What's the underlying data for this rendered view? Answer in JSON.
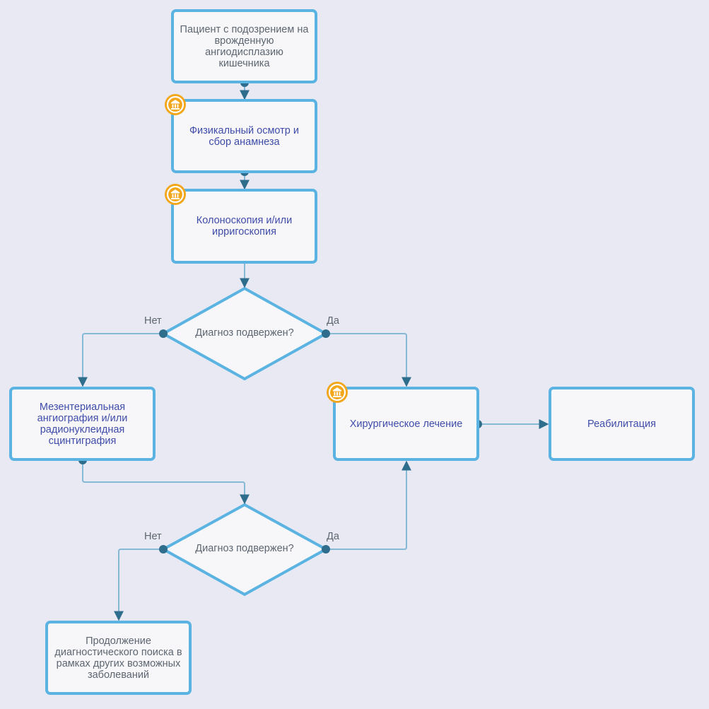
{
  "colors": {
    "background": "#e9e9f4",
    "node_border": "#5bb3e1",
    "node_fill": "#f7f7fa",
    "edge": "#86b9d6",
    "arrow": "#2e6d8c",
    "dot": "#2e6d8c",
    "plain_text": "#5d6670",
    "link_text": "#3f4ca8",
    "badge": "#f2a61a"
  },
  "nodes": {
    "start": "Пациент с подозрением на врожденную ангиодисплазию кишечника",
    "exam": "Физикальный осмотр и сбор анамнеза",
    "colonoscopy": "Колоноскопия и/или ирригоскопия",
    "angiography": "Мезентериальная ангиография и/или радионуклеидная сцинтиграфия",
    "surgery": "Хирургическое лечение",
    "rehab": "Реабилитация",
    "continue": "Продолжение диагностического поиска в рамках других возможных заболеваний"
  },
  "decisions": {
    "d1": "Диагноз подвержен?",
    "d2": "Диагноз подвержен?"
  },
  "branches": {
    "d1_no": "Нет",
    "d1_yes": "Да",
    "d2_no": "Нет",
    "d2_yes": "Да"
  },
  "badge_icon": "guideline-badge-icon"
}
